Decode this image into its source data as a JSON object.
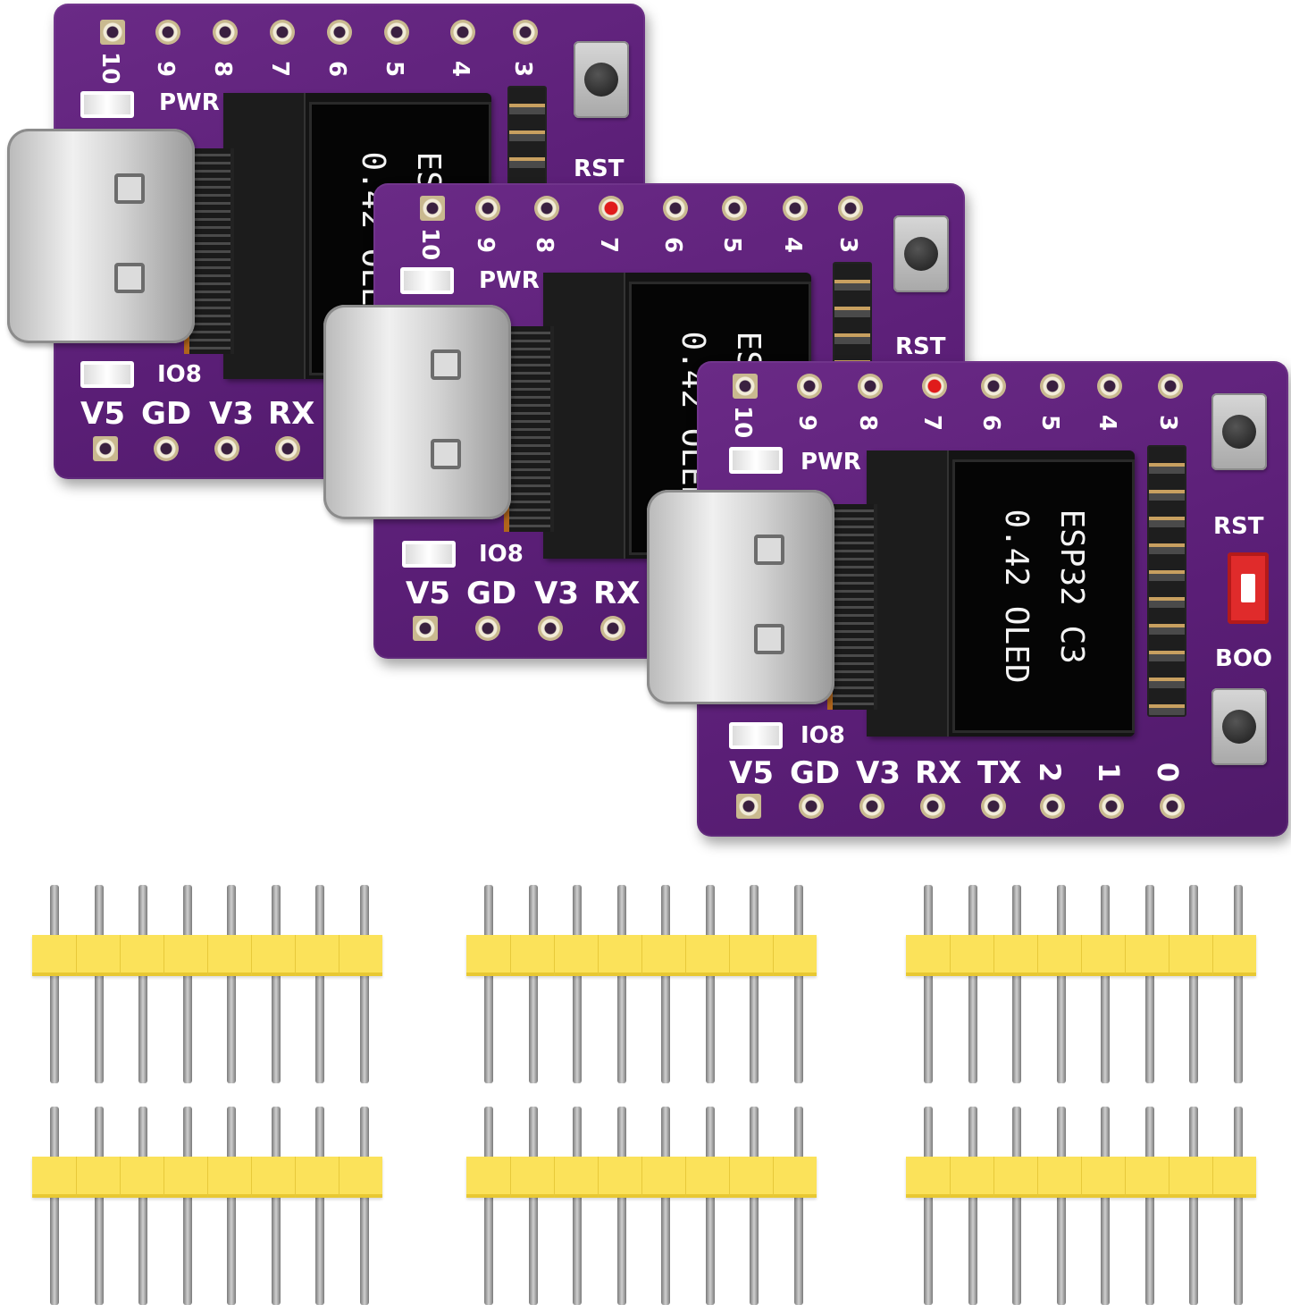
{
  "board": {
    "top_pins": [
      "10",
      "9",
      "8",
      "7",
      "6",
      "5",
      "4",
      "3"
    ],
    "bottom_labels": [
      "V5",
      "GD",
      "V3",
      "RX",
      "TX",
      "2",
      "1",
      "0"
    ],
    "pwr_label": "PWR",
    "io_label": "IO8",
    "rst_label": "RST",
    "boot_label": "BOO",
    "oled_lines": [
      "ESP32 C3",
      "0.42 OLED"
    ],
    "pcb_color": "#5a1e76",
    "header_color": "#fbe25a"
  },
  "headers": {
    "count": 6,
    "pins_per_header": 8
  }
}
